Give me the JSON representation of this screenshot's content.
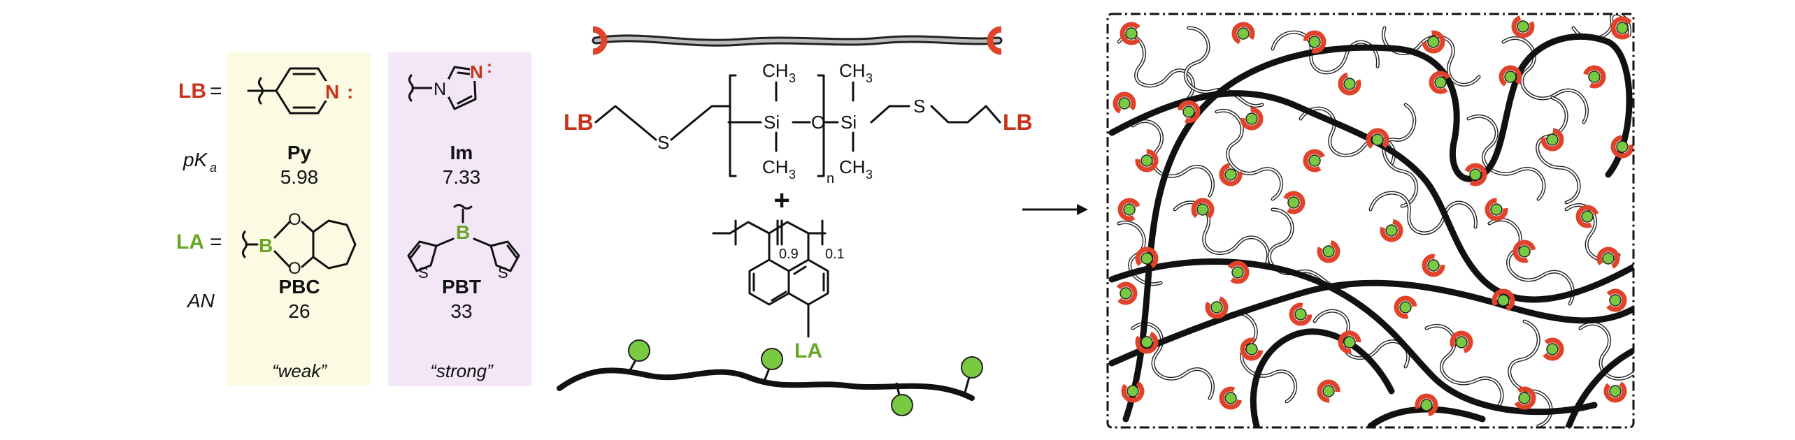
{
  "legend": {
    "lb_label": "LB",
    "la_label": "LA",
    "equals": "=",
    "pka_label": "pK",
    "pka_sub": "a",
    "an_label": "AN",
    "py": {
      "name": "Py",
      "pka": "5.98",
      "atom": "N"
    },
    "im": {
      "name": "Im",
      "pka": "7.33",
      "atom": "N",
      "atom2": "N"
    },
    "pbc": {
      "name": "PBC",
      "an": "26",
      "atom": "B",
      "o1": "O",
      "o2": "O"
    },
    "pbt": {
      "name": "PBT",
      "an": "33",
      "atom": "B",
      "s1": "S",
      "s2": "S"
    },
    "weak": "“weak”",
    "strong": "“strong”",
    "colors": {
      "weak_panel": "#fbfbe3",
      "strong_panel": "#f2e6f7",
      "lb": "#c8331a",
      "la": "#6aa626"
    }
  },
  "pdms": {
    "lb_left": "LB",
    "lb_right": "LB",
    "ch3": "CH",
    "three": "3",
    "si": "Si",
    "o": "O",
    "s": "S",
    "n": "n"
  },
  "plus": "+",
  "polystyrene": {
    "frac1": "0.9",
    "frac2": "0.1",
    "la": "LA"
  }
}
